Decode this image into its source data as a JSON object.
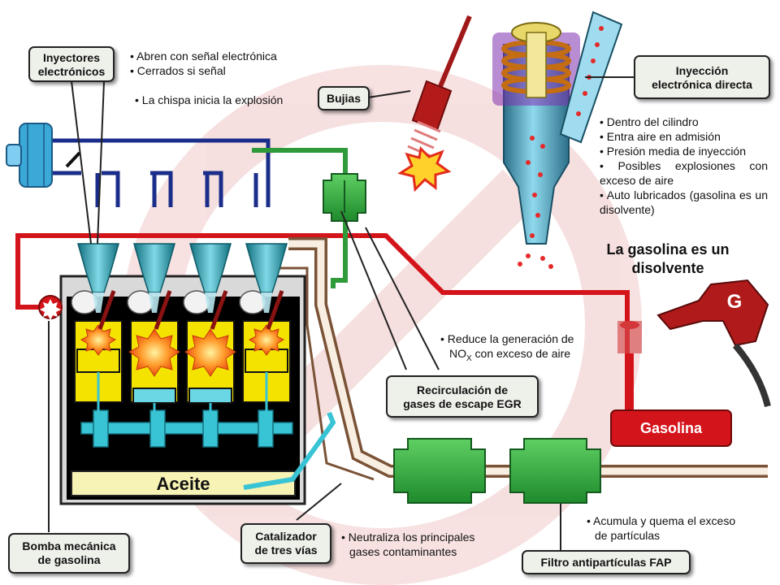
{
  "labels": {
    "inyectores": [
      "Inyectores",
      "electrónicos"
    ],
    "bujias": "Bujias",
    "inyeccion_directa": [
      "Inyección",
      "electrónica directa"
    ],
    "egr": [
      "Recirculación de",
      "gases de escape EGR"
    ],
    "bomba": [
      "Bomba mecánica",
      "de gasolina"
    ],
    "catalizador": [
      "Catalizador",
      "de tres vías"
    ],
    "fap": "Filtro antipartículas FAP",
    "aceite": "Aceite",
    "gasolina": "Gasolina",
    "pump_letter": "G",
    "disolvente": [
      "La gasolina es un",
      "disolvente"
    ]
  },
  "bullets": {
    "inyectores": [
      "• Abren con señal electrónica",
      "• Cerrados si señal"
    ],
    "chispa": "• La chispa inicia la explosión",
    "directa": [
      "• Dentro del cilindro",
      "• Entra aire en admisión",
      "• Presión media de inyección",
      "• Posibles explosiones con exceso de aire",
      "• Auto lubricados (gasolina es un disolvente)"
    ],
    "egr": [
      "• Reduce la generación de",
      "NO",
      "X",
      " con exceso de aire"
    ],
    "catalizador": [
      "• Neutraliza los principales",
      "gases contaminantes"
    ],
    "fap": [
      "• Acumula y quema el exceso",
      "de partículas"
    ]
  },
  "colors": {
    "fuel_line": "#d4141b",
    "air_line": "#1b2d8a",
    "egr_green": "#2e9a3a",
    "exhaust_brown": "#7a5236",
    "cylinder_yellow": "#f4e300",
    "crank_cyan": "#39c4d6",
    "injector_teal": "#1f8ea0"
  }
}
